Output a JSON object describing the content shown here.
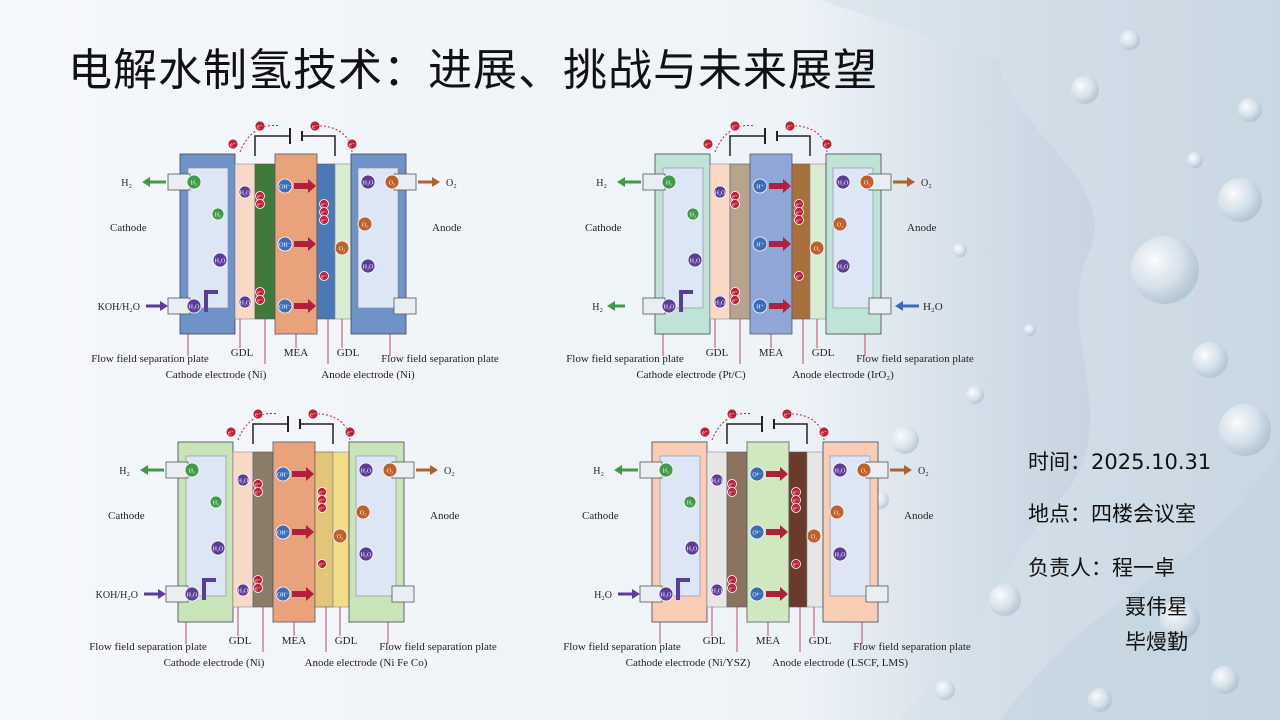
{
  "slide": {
    "title": "电解水制氢技术：进展、挑战与未来展望",
    "info": {
      "time_label": "时间：2025.10.31",
      "place_label": "地点：四楼会议室",
      "owner_label": "负责人：程一卓",
      "owner_2": "聂伟星",
      "owner_3": "毕熳勤"
    }
  },
  "diagrams": [
    {
      "id": "alkaline",
      "cathode_label": "Cathode",
      "anode_label": "Anode",
      "h2_label": "H₂",
      "o2_label": "O₂",
      "feed_label": "KOH/H₂O",
      "bottom_left": "Flow field separation plate",
      "bottom_gdl_left": "GDL",
      "bottom_mea": "MEA",
      "bottom_gdl_right": "GDL",
      "bottom_right": "Flow field separation plate",
      "cathode_electrode": "Cathode electrode (Ni)",
      "anode_electrode": "Anode electrode (Ni)",
      "ion_label": "OH⁻",
      "colors": {
        "plate_left": "#6f93c9",
        "plate_right": "#6f93c9",
        "chan_left": "#dce6f5",
        "chan_right": "#dce6f5",
        "gdl_left": "#f7d9c6",
        "cat": "#3f7a3a",
        "mem": "#e9a37c",
        "an": "#4b79b8",
        "gdl_right": "#d8ecd2"
      }
    },
    {
      "id": "pem",
      "cathode_label": "Cathode",
      "anode_label": "Anode",
      "h2_label": "H₂",
      "o2_label": "O₂",
      "feed_label": "H₂O",
      "bottom_left": "Flow field separation plate",
      "bottom_gdl_left": "GDL",
      "bottom_mea": "MEA",
      "bottom_gdl_right": "GDL",
      "bottom_right": "Flow field separation plate",
      "cathode_electrode": "Cathode electrode (Pt/C)",
      "anode_electrode": "Anode electrode (IrO₂)",
      "ion_label": "H⁺",
      "colors": {
        "plate_left": "#bfe3d6",
        "plate_right": "#bfe3d6",
        "chan_left": "#dce6f5",
        "chan_right": "#dce6f5",
        "gdl_left": "#f7d9c6",
        "cat": "#b7a48e",
        "mem": "#8fa6d6",
        "an": "#a8703a",
        "gdl_right": "#d8ecd2"
      }
    },
    {
      "id": "aem",
      "cathode_label": "Cathode",
      "anode_label": "Anode",
      "h2_label": "H₂",
      "o2_label": "O₂",
      "feed_label": "KOH/H₂O",
      "bottom_left": "Flow field separation plate",
      "bottom_gdl_left": "GDL",
      "bottom_mea": "MEA",
      "bottom_gdl_right": "GDL",
      "bottom_right": "Flow field separation plate",
      "cathode_electrode": "Cathode electrode (Ni)",
      "anode_electrode": "Anode electrode (Ni Fe Co)",
      "ion_label": "OH⁻",
      "colors": {
        "plate_left": "#c9e4b8",
        "plate_right": "#c9e4b8",
        "chan_left": "#dce6f5",
        "chan_right": "#dce6f5",
        "gdl_left": "#f7d9c6",
        "cat": "#8a7d6a",
        "mem": "#e9a37c",
        "an": "#e3c57a",
        "gdl_right": "#f3dc86"
      }
    },
    {
      "id": "soec",
      "cathode_label": "Cathode",
      "anode_label": "Anode",
      "h2_label": "H₂",
      "o2_label": "O₂",
      "feed_label": "H₂O",
      "bottom_left": "Flow field separation plate",
      "bottom_gdl_left": "GDL",
      "bottom_mea": "MEA",
      "bottom_gdl_right": "GDL",
      "bottom_right": "Flow field separation plate",
      "cathode_electrode": "Cathode electrode (Ni/YSZ)",
      "anode_electrode": "Anode electrode (LSCF, LMS)",
      "ion_label": "O²⁻",
      "colors": {
        "plate_left": "#f7cdb6",
        "plate_right": "#f7cdb6",
        "chan_left": "#dce6f5",
        "chan_right": "#dce6f5",
        "gdl_left": "#e6e6e6",
        "cat": "#8a7460",
        "mem": "#cfe8c0",
        "an": "#6a3b2a",
        "gdl_right": "#e6e6e6"
      }
    }
  ]
}
